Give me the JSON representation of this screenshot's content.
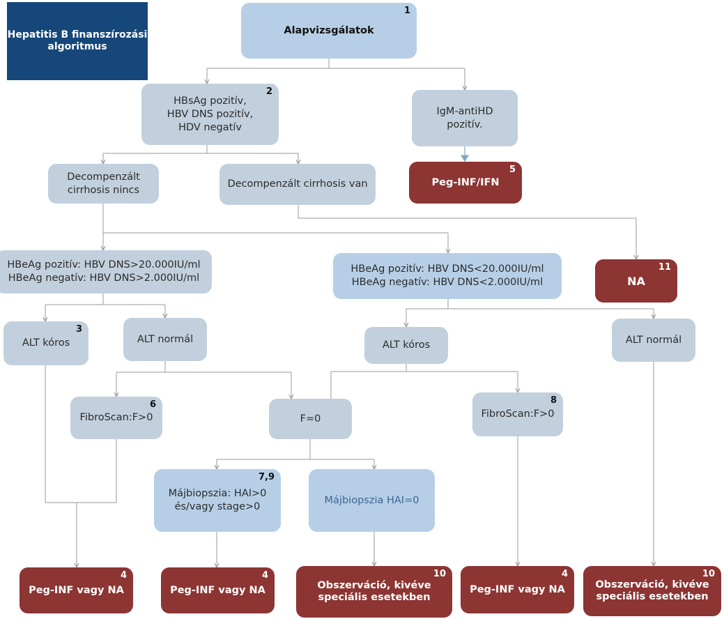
{
  "title": "Hepatitis B finanszírozási algoritmus",
  "nodes": {
    "alap": {
      "text": "Alapvizsgálatok",
      "num": "1"
    },
    "hbsag": {
      "text": "HBsAg pozitív,\nHBV DNS pozitív,\nHDV negatív",
      "num": "2"
    },
    "igm": {
      "text": "IgM-antiHD\npozitív."
    },
    "dec_nincs": {
      "text": "Decompenzált\ncirrhosis nincs"
    },
    "dec_van": {
      "text": "Decompenzált cirrhosis van"
    },
    "peg_ifn": {
      "text": "Peg-INF/IFN",
      "num": "5"
    },
    "hbeag_high": {
      "text": "HBeAg pozitív: HBV DNS>20.000IU/ml\nHBeAg negatív: HBV DNS>2.000IU/ml"
    },
    "hbeag_low": {
      "text": "HBeAg pozitív: HBV DNS<20.000IU/ml\nHBeAg negatív: HBV DNS<2.000IU/ml"
    },
    "na": {
      "text": "NA",
      "num": "11"
    },
    "alt_koros_1": {
      "text": "ALT kóros",
      "num": "3"
    },
    "alt_normal_1": {
      "text": "ALT normál"
    },
    "alt_koros_2": {
      "text": "ALT kóros"
    },
    "alt_normal_2": {
      "text": "ALT normál"
    },
    "fibro_6": {
      "text": "FibroScan:F>0",
      "num": "6"
    },
    "f0": {
      "text": "F=0"
    },
    "fibro_8": {
      "text": "FibroScan:F>0",
      "num": "8"
    },
    "majbiopszia_pos": {
      "text": "Májbiopszia: HAI>0\nés/vagy stage>0",
      "num": "7,9"
    },
    "majbiopszia_hai0": {
      "text": "Májbiopszia HAI=0"
    },
    "peg_na_1": {
      "text": "Peg-INF vagy NA",
      "num": "4"
    },
    "peg_na_2": {
      "text": "Peg-INF vagy NA",
      "num": "4"
    },
    "obs_1": {
      "text": "Obszerváció, kivéve\nspeciális esetekben",
      "num": "10"
    },
    "peg_na_3": {
      "text": "Peg-INF vagy NA",
      "num": "4"
    },
    "obs_2": {
      "text": "Obszerváció, kivéve\nspeciális esetekben",
      "num": "10"
    }
  },
  "colors": {
    "title_bg": "#15477a",
    "node_gray": "#c2d0dd",
    "node_blue": "#b6cfe6",
    "node_red": "#8c3533",
    "edge": "#9a9a9a"
  }
}
